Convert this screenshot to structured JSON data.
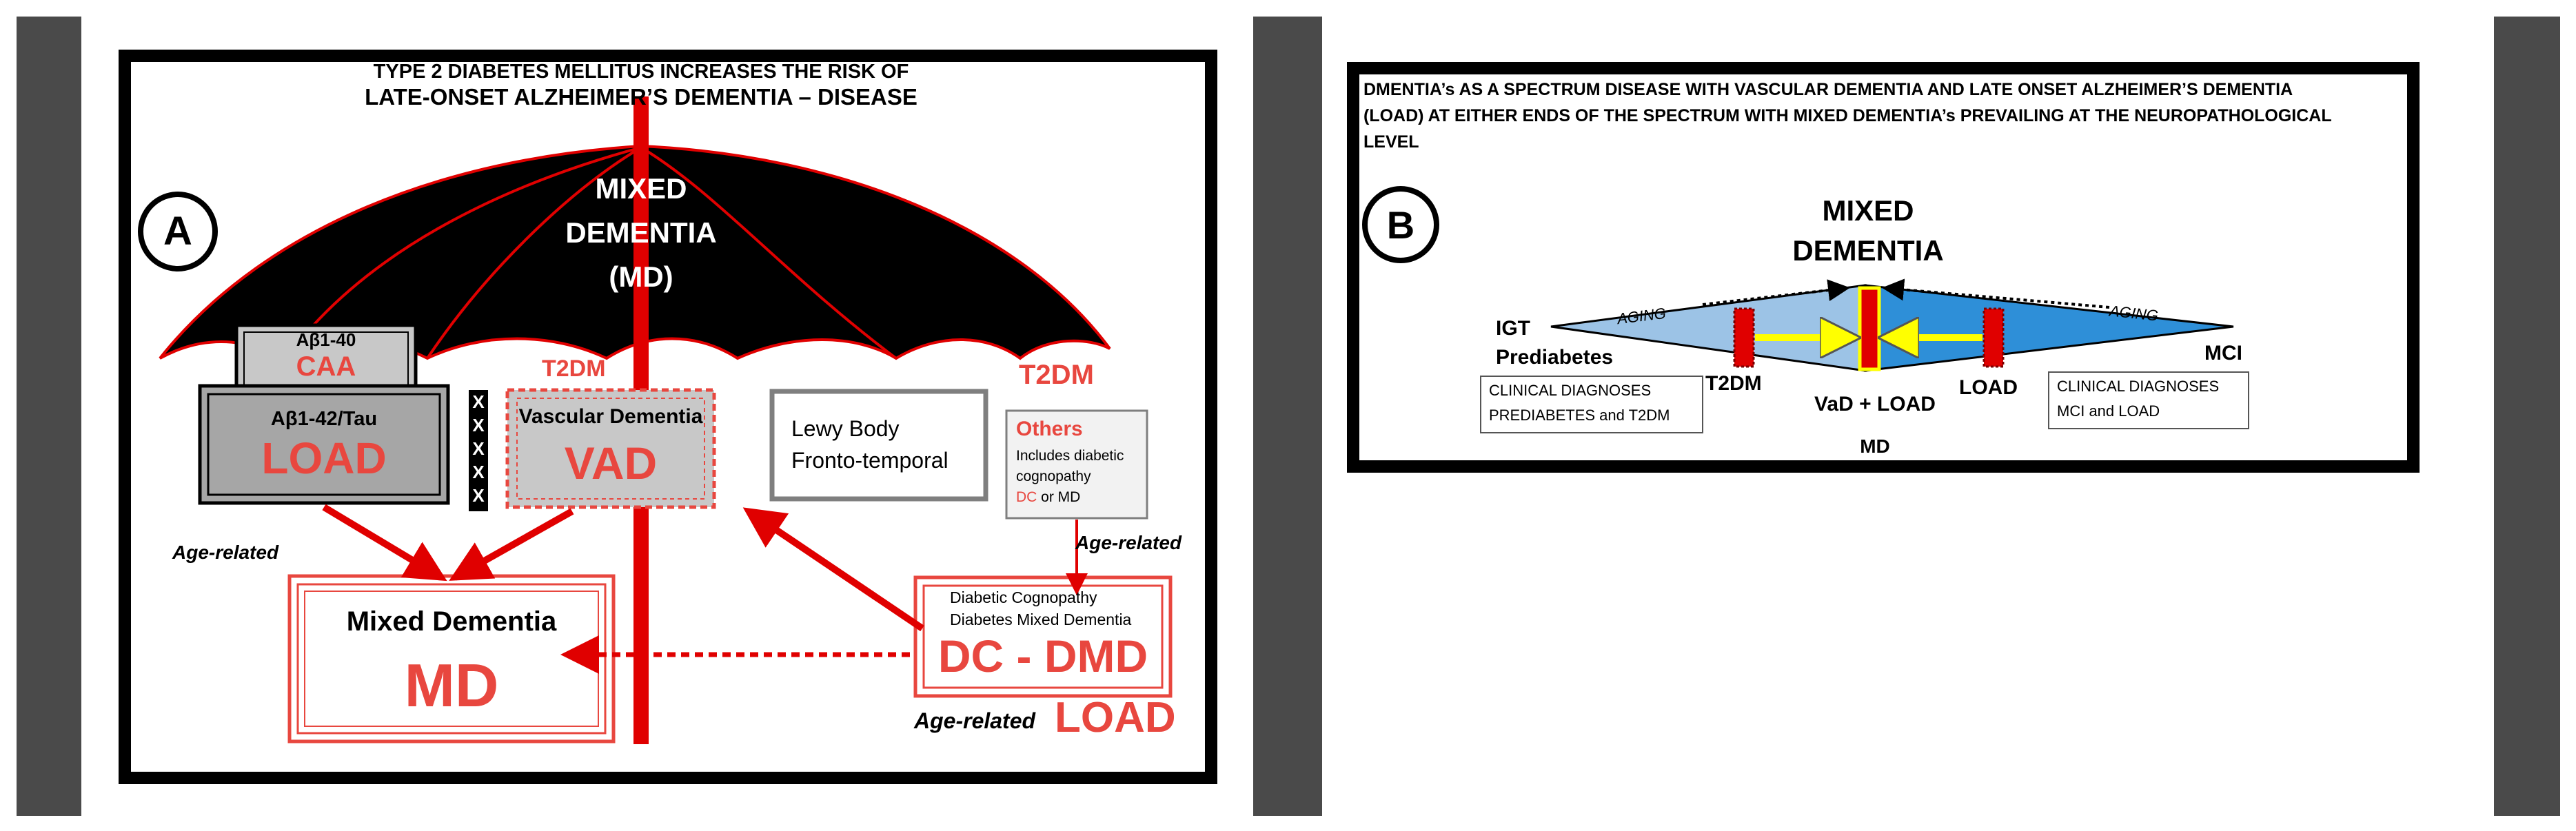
{
  "panelA": {
    "title_line1": "TYPE 2 DIABETES MELLITUS INCREASES THE RISK OF",
    "title_line2": "LATE-ONSET ALZHEIMER’S DEMENTIA – DISEASE",
    "letter": "A",
    "umbrella_line1": "MIXED",
    "umbrella_line2": "DEMENTIA",
    "umbrella_line3": "(MD)",
    "abeta40": "Aβ1-40",
    "caa": "CAA",
    "abeta42": "Aβ1-42/Tau",
    "load": "LOAD",
    "xs": [
      "X",
      "X",
      "X",
      "X",
      "X"
    ],
    "t2dm_left": "T2DM",
    "t2dm_right": "T2DM",
    "vascular_title": "Vascular Dementia",
    "vad": "VAD",
    "lewy_line1": "Lewy Body",
    "lewy_line2": "Fronto-temporal",
    "others_title": "Others",
    "others_line1": "Includes diabetic",
    "others_line2": "cognopathy",
    "others_dc": "DC",
    "others_or_md": " or MD",
    "age_related_left": "Age-related",
    "age_related_right": "Age-related",
    "age_related_bottom": "Age-related",
    "load_bottom": "LOAD",
    "mixed_title": "Mixed Dementia",
    "md": "MD",
    "dc_line1": "Diabetic Cognopathy",
    "dc_line2": "Diabetes  Mixed Dementia",
    "dc_dmd": "DC - DMD"
  },
  "panelB": {
    "header_line1": "DMENTIA’s AS A SPECTRUM DISEASE WITH VASCULAR DEMENTIA AND LATE ONSET ALZHEIMER’S DEMENTIA",
    "header_line2": "(LOAD) AT EITHER ENDS OF THE SPECTRUM WITH MIXED DEMENTIA’s PREVAILING AT THE NEUROPATHOLOGICAL",
    "header_line3": "LEVEL",
    "letter": "B",
    "mixed_line1": "MIXED",
    "mixed_line2": "DEMENTIA",
    "igt": "IGT",
    "prediabetes": "Prediabetes",
    "aging_left": "AGING",
    "aging_right": "AGING",
    "mci": "MCI",
    "t2dm": "T2DM",
    "load": "LOAD",
    "vad_load": "VaD + LOAD",
    "md": "MD",
    "clin_left_line1": "CLINICAL DIAGNOSES",
    "clin_left_line2": "PREDIABETES and T2DM",
    "clin_right_line1": "CLINICAL DIAGNOSES",
    "clin_right_line2": "MCI and  LOAD"
  },
  "colors": {
    "accent_red": "#e8473f",
    "bright_red": "#e00000",
    "umbrella_black": "#000000",
    "side_bar_gray": "#4a4a4a",
    "triangle_light_blue": "#9cc3e6",
    "triangle_blue": "#2e8fd8",
    "yellow": "#ffff00"
  }
}
